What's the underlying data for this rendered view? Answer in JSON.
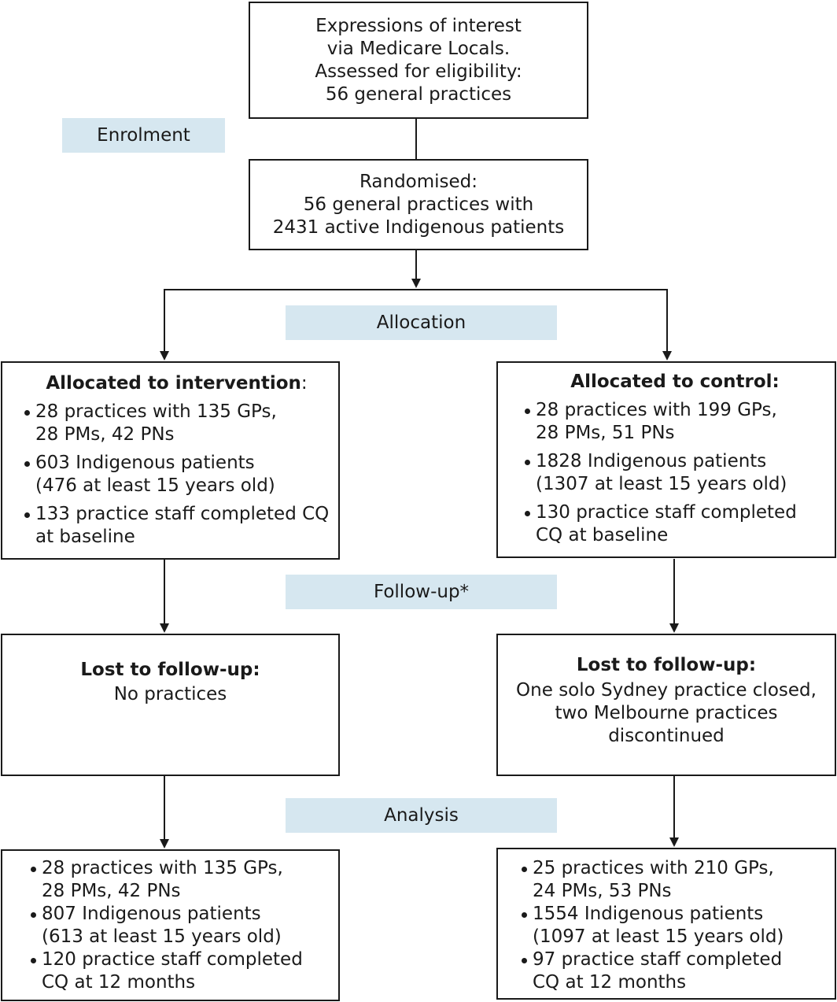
{
  "colors": {
    "stage_label_bg": "#d6e7f0",
    "line": "#1a1a1a"
  },
  "enrolment": {
    "assessment_lines": [
      "Expressions of interest",
      "via Medicare Locals.",
      "Assessed for eligibility:",
      "56 general practices"
    ],
    "randomised_lines": [
      "Randomised:",
      "56 general practices with",
      "2431 active Indigenous patients"
    ]
  },
  "stages": {
    "enrolment": "Enrolment",
    "allocation": "Allocation",
    "follow_up": "Follow-up*",
    "analysis": "Analysis"
  },
  "intervention": {
    "allocated": {
      "title": "Allocated to intervention",
      "title_suffix": ":",
      "items": [
        [
          "28 practices with 135 GPs,",
          "28 PMs, 42 PNs"
        ],
        [
          "603 Indigenous patients",
          "(476 at least 15 years old)"
        ],
        [
          "133 practice staff completed CQ",
          "at baseline"
        ]
      ]
    },
    "lost": {
      "title": "Lost to follow-up:",
      "lines": [
        "No practices"
      ]
    },
    "analysis": {
      "items": [
        [
          "28 practices with 135 GPs,",
          "28 PMs, 42 PNs"
        ],
        [
          "807 Indigenous patients",
          "(613 at least 15 years old)"
        ],
        [
          "120 practice staff completed",
          "CQ at 12 months"
        ]
      ]
    }
  },
  "control": {
    "allocated": {
      "title": "Allocated to control:",
      "items": [
        [
          "28 practices with 199 GPs,",
          "28 PMs, 51 PNs"
        ],
        [
          "1828 Indigenous patients",
          "(1307 at least 15 years old)"
        ],
        [
          "130 practice staff completed",
          "CQ at baseline"
        ]
      ]
    },
    "lost": {
      "title": "Lost to follow-up:",
      "lines": [
        "One solo Sydney practice closed,",
        "two Melbourne practices",
        "discontinued"
      ]
    },
    "analysis": {
      "items": [
        [
          "25 practices with 210 GPs,",
          "24 PMs, 53 PNs"
        ],
        [
          "1554 Indigenous patients",
          "(1097 at least 15 years old)"
        ],
        [
          "97 practice staff completed",
          "CQ at 12 months"
        ]
      ]
    }
  }
}
